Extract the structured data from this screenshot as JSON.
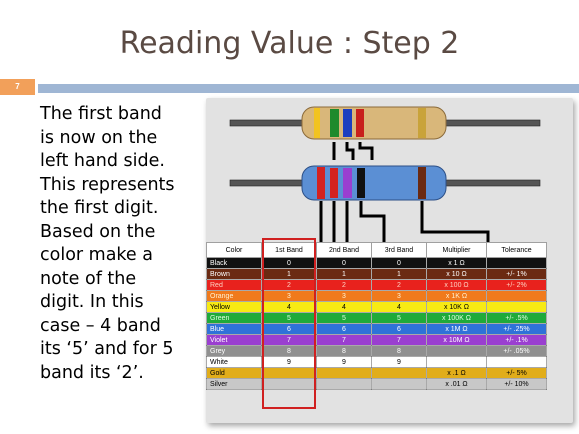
{
  "slide": {
    "title": "Reading Value : Step 2",
    "number": "7",
    "body_lines": [
      "The first band",
      "is now on  the",
      "left hand side.",
      "This represents",
      "the first digit.",
      "Based on the",
      "color make a",
      "note of the",
      "digit. In this",
      "case – 4 band",
      "its ‘5’ and for 5",
      "band its ‘2’."
    ]
  },
  "colors": {
    "title": "#5a4a43",
    "accent_orange": "#f2a05a",
    "accent_blue": "#9fb6d4",
    "highlight": "#d02020"
  },
  "table": {
    "headers": [
      "Color",
      "1st Band",
      "2nd Band",
      "3rd Band",
      "Multiplier",
      "Tolerance"
    ],
    "rows": [
      {
        "color": "Black",
        "b1": "0",
        "b2": "0",
        "b3": "0",
        "mult": "x 1 Ω",
        "tol": "",
        "bg": "#111111",
        "fg": "#ffffff"
      },
      {
        "color": "Brown",
        "b1": "1",
        "b2": "1",
        "b3": "1",
        "mult": "x 10 Ω",
        "tol": "+/-  1%",
        "bg": "#6b2a12",
        "fg": "#ffffff"
      },
      {
        "color": "Red",
        "b1": "2",
        "b2": "2",
        "b3": "2",
        "mult": "x 100 Ω",
        "tol": "+/-  2%",
        "bg": "#e8221d",
        "fg": "#ffd0c0"
      },
      {
        "color": "Orange",
        "b1": "3",
        "b2": "3",
        "b3": "3",
        "mult": "x 1K Ω",
        "tol": "",
        "bg": "#f07a1c",
        "fg": "#fff0d0"
      },
      {
        "color": "Yellow",
        "b1": "4",
        "b2": "4",
        "b3": "4",
        "mult": "x 10K Ω",
        "tol": "",
        "bg": "#f7ea14",
        "fg": "#000000"
      },
      {
        "color": "Green",
        "b1": "5",
        "b2": "5",
        "b3": "5",
        "mult": "x 100K Ω",
        "tol": "+/-  .5%",
        "bg": "#1faa3a",
        "fg": "#e0ffe0"
      },
      {
        "color": "Blue",
        "b1": "6",
        "b2": "6",
        "b3": "6",
        "mult": "x 1M Ω",
        "tol": "+/-  .25%",
        "bg": "#2f72d8",
        "fg": "#ffffff"
      },
      {
        "color": "Violet",
        "b1": "7",
        "b2": "7",
        "b3": "7",
        "mult": "x 10M Ω",
        "tol": "+/-  .1%",
        "bg": "#9a3fd0",
        "fg": "#ffffff"
      },
      {
        "color": "Grey",
        "b1": "8",
        "b2": "8",
        "b3": "8",
        "mult": "",
        "tol": "+/-  .05%",
        "bg": "#909090",
        "fg": "#ffffff"
      },
      {
        "color": "White",
        "b1": "9",
        "b2": "9",
        "b3": "9",
        "mult": "",
        "tol": "",
        "bg": "#ffffff",
        "fg": "#000000"
      },
      {
        "color": "Gold",
        "b1": "",
        "b2": "",
        "b3": "",
        "mult": "x .1 Ω",
        "tol": "+/-  5%",
        "bg": "#e1ad1a",
        "fg": "#000000"
      },
      {
        "color": "Silver",
        "b1": "",
        "b2": "",
        "b3": "",
        "mult": "x .01 Ω",
        "tol": "+/-  10%",
        "bg": "#c8c8c8",
        "fg": "#000000"
      }
    ]
  }
}
